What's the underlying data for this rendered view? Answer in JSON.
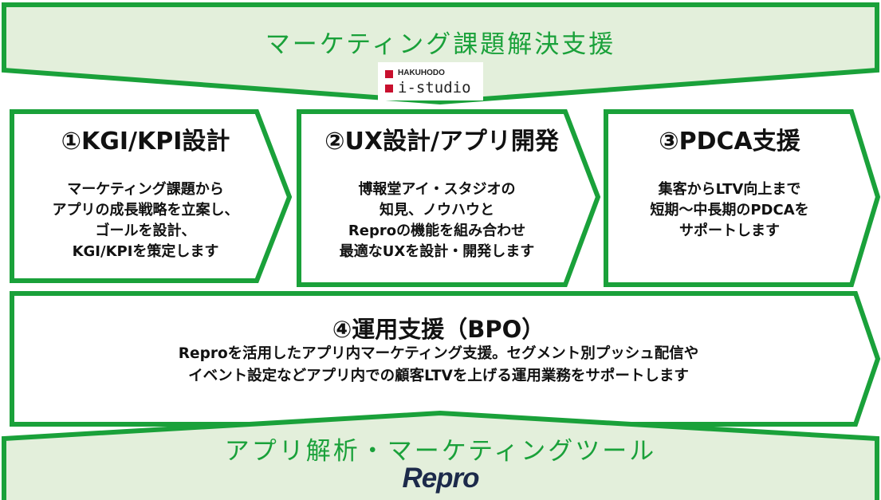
{
  "top_banner": {
    "title": "マーケティング課題解決支援",
    "logo": {
      "small": "HAKUHODO",
      "main": "i-studio"
    }
  },
  "steps": [
    {
      "title": "①KGI/KPI設計",
      "lines": [
        "マーケティング課題から",
        "アプリの成長戦略を立案し、",
        "ゴールを設計、",
        "KGI/KPIを策定します"
      ]
    },
    {
      "title": "②UX設計/アプリ開発",
      "lines": [
        "博報堂アイ・スタジオの",
        "知見、ノウハウと",
        "Reproの機能を組み合わせ",
        "最適なUXを設計・開発します"
      ]
    },
    {
      "title": "③PDCA支援",
      "lines": [
        "集客からLTV向上まで",
        "短期～中長期のPDCAを",
        "サポートします"
      ]
    }
  ],
  "bpo": {
    "title": "④運用支援（BPO）",
    "lines": [
      "Reproを活用したアプリ内マーケティング支援。セグメント別プッシュ配信や",
      "イベント設定などアプリ内での顧客LTVを上げる運用業務をサポートします"
    ]
  },
  "bottom_banner": {
    "title": "アプリ解析・マーケティングツール",
    "logo": "Repro"
  },
  "colors": {
    "green": "#1aa13a",
    "fill": "#e3efdb",
    "logo_red": "#c8102e",
    "repro_navy": "#1c2a4a"
  }
}
